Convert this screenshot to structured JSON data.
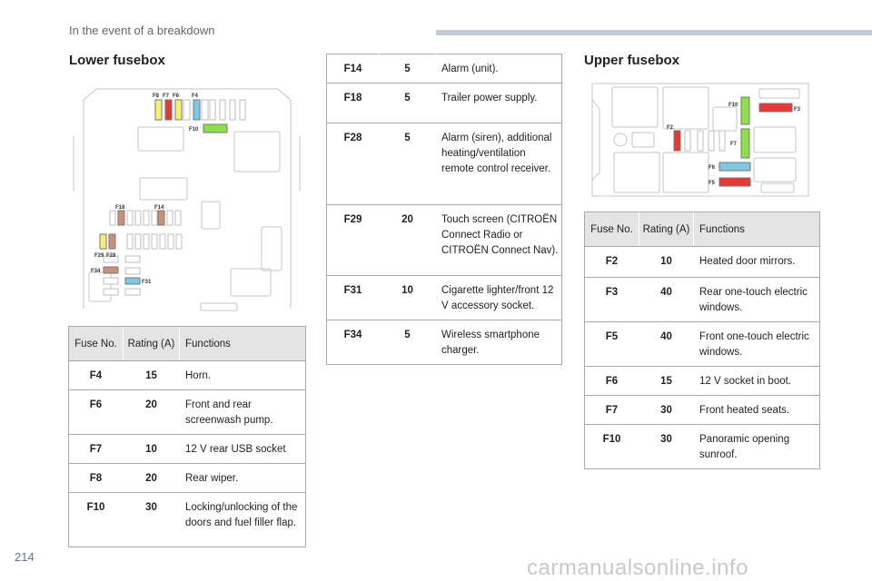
{
  "header": {
    "section": "In the event of a breakdown"
  },
  "page_number": "214",
  "watermark": "carmanualsonline.info",
  "colors": {
    "yellow": "#f4f07a",
    "red": "#e53935",
    "blue": "#7ec8e3",
    "green": "#8ee04a",
    "brown": "#c9917a",
    "header_bar": "#c5c9dc"
  },
  "lower": {
    "title": "Lower fusebox",
    "diagram_labels": {
      "f8": "F8",
      "f7": "F7",
      "f6": "F6",
      "f4": "F4",
      "f10": "F10",
      "f18": "F18",
      "f14": "F14",
      "f29": "F29",
      "f28": "F28",
      "f34": "F34",
      "f31": "F31"
    },
    "table": {
      "headers": [
        "Fuse No.",
        "Rating (A)",
        "Functions"
      ],
      "rows": [
        {
          "no": "F4",
          "rating": "15",
          "function": "Horn."
        },
        {
          "no": "F6",
          "rating": "20",
          "function": "Front and rear screenwash pump."
        },
        {
          "no": "F7",
          "rating": "10",
          "function": "12 V rear USB socket"
        },
        {
          "no": "F8",
          "rating": "20",
          "function": "Rear wiper."
        },
        {
          "no": "F10",
          "rating": "30",
          "function": "Locking/unlocking of the doors and fuel filler flap."
        }
      ]
    }
  },
  "middle_table": {
    "rows": [
      {
        "no": "F14",
        "rating": "5",
        "function": "Alarm (unit)."
      },
      {
        "no": "F18",
        "rating": "5",
        "function": "Trailer power supply."
      },
      {
        "no": "F28",
        "rating": "5",
        "function": "Alarm (siren), additional heating/ventilation remote control receiver."
      },
      {
        "no": "F29",
        "rating": "20",
        "function": "Touch screen (CITROËN Connect Radio or CITROËN Connect Nav)."
      },
      {
        "no": "F31",
        "rating": "10",
        "function": "Cigarette lighter/front 12 V accessory socket."
      },
      {
        "no": "F34",
        "rating": "5",
        "function": "Wireless smartphone charger."
      }
    ]
  },
  "upper": {
    "title": "Upper fusebox",
    "diagram_labels": {
      "f10": "F10",
      "f3": "F3",
      "f2": "F2",
      "f7": "F7",
      "f6": "F6",
      "f5": "F5"
    },
    "table": {
      "headers": [
        "Fuse No.",
        "Rating (A)",
        "Functions"
      ],
      "rows": [
        {
          "no": "F2",
          "rating": "10",
          "function": "Heated door mirrors."
        },
        {
          "no": "F3",
          "rating": "40",
          "function": "Rear one-touch electric windows."
        },
        {
          "no": "F5",
          "rating": "40",
          "function": "Front one-touch electric windows."
        },
        {
          "no": "F6",
          "rating": "15",
          "function": "12 V socket in boot."
        },
        {
          "no": "F7",
          "rating": "30",
          "function": "Front heated seats."
        },
        {
          "no": "F10",
          "rating": "30",
          "function": "Panoramic opening sunroof."
        }
      ]
    }
  }
}
